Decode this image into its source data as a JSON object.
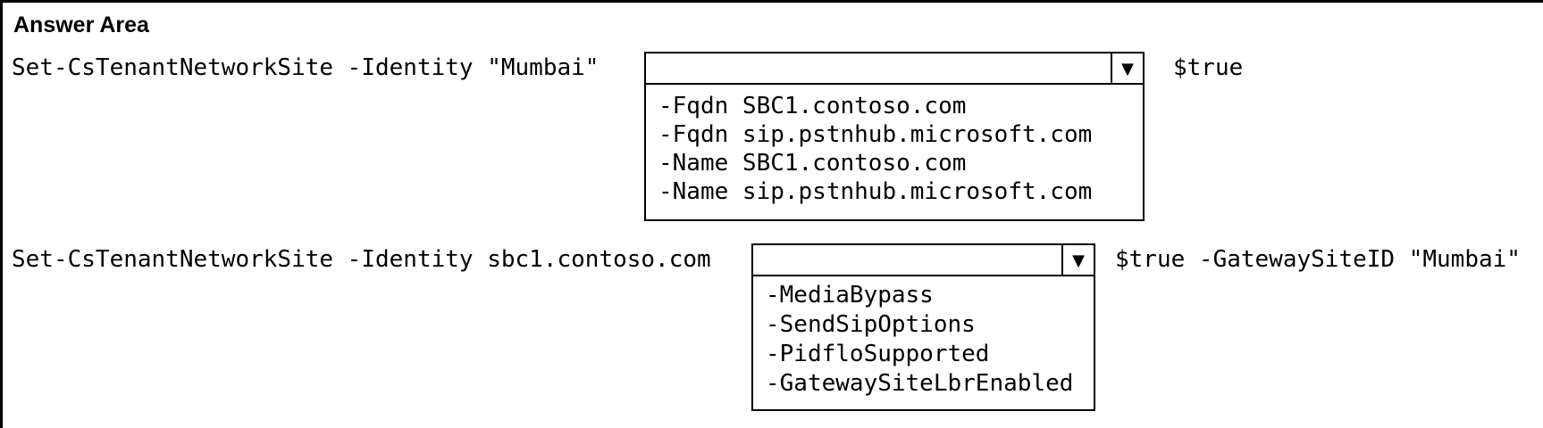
{
  "title": "Answer Area",
  "colors": {
    "background": "#ffffff",
    "text": "#000000",
    "border": "#000000"
  },
  "icons": {
    "dropdown_arrow": "▼"
  },
  "rows": [
    {
      "code_before": "Set-CsTenantNetworkSite -Identity \"Mumbai\"",
      "dropdown": {
        "value": "",
        "options": [
          "-Fqdn SBC1.contoso.com",
          "-Fqdn sip.pstnhub.microsoft.com",
          "-Name SBC1.contoso.com",
          "-Name sip.pstnhub.microsoft.com"
        ]
      },
      "code_after": "$true"
    },
    {
      "code_before": "Set-CsTenantNetworkSite -Identity sbc1.contoso.com",
      "dropdown": {
        "value": "",
        "options": [
          "-MediaBypass",
          "-SendSipOptions",
          "-PidfloSupported",
          "-GatewaySiteLbrEnabled"
        ]
      },
      "code_after": "$true -GatewaySiteID \"Mumbai\""
    }
  ]
}
